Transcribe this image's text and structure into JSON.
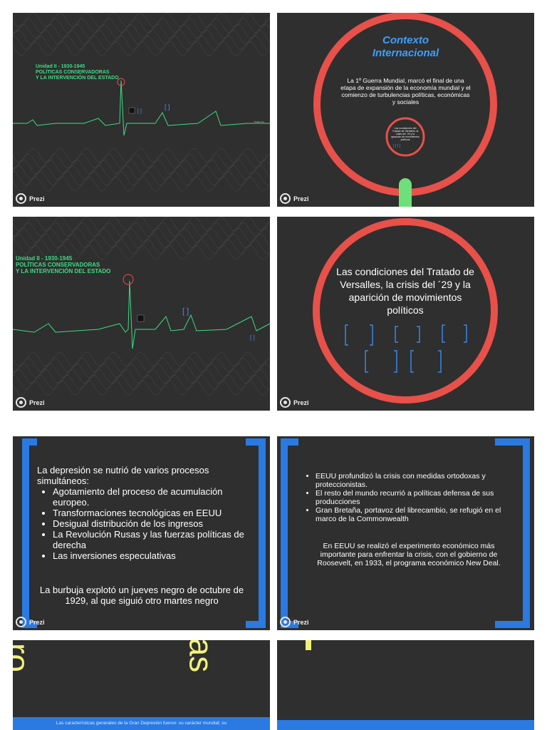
{
  "brand": {
    "label": "Prezi",
    "accent_green": "#3ddc84",
    "accent_red": "#e8504a",
    "accent_blue": "#2a7ae2",
    "slide_bg": "#2f2f2f"
  },
  "slide1": {
    "unit_line1": "Unidad II - 1930-1945",
    "unit_line2": "POLÍTICAS CONSERVADORAS",
    "unit_line3": "Y LA INTERVENCIÓN DEL ESTADO",
    "right_label": "Thank You"
  },
  "slide2": {
    "title_line1": "Contexto",
    "title_line2": "Internacional",
    "body": "La 1º Guerra Mundial, marcó el final de una etapa de expansión de la economía mundial y el comienzo de turbulencias políticas, económicas y sociales",
    "inner_text": "Las condiciones del Tratado de Versalles, la crisis del ´29 y la aparición de movimientos políticos"
  },
  "slide3": {
    "unit_line1": "Unidad II - 1930-1945",
    "unit_line2": "POLÍTICAS CONSERVADORAS",
    "unit_line3": "Y LA INTERVENCIÓN DEL ESTADO"
  },
  "slide4": {
    "title": "Las condiciones del Tratado de Versalles, la crisis del ´29 y la aparición de movimientos políticos"
  },
  "slide5": {
    "intro": "La depresión se nutrió de varios procesos simultáneos:",
    "items": [
      "Agotamiento del proceso de acumulación europeo.",
      "Transformaciones tecnológicas en EEUU",
      "Desigual distribución de los ingresos",
      "La Revolución Rusas y las fuerzas políticas de derecha",
      "Las inversiones especulativas"
    ],
    "closing": "La burbuja explotó un jueves negro de octubre de 1929, al que siguió otro martes negro"
  },
  "slide6": {
    "items": [
      "EEUU profundizó la crisis con medidas ortodoxas y proteccionistas.",
      "El resto del mundo recurrió a políticas  defensa de sus producciones",
      "Gran Bretaña, portavoz del librecambio, se refugió en el marco de la Commonwealth"
    ],
    "closing": "En EEUU se realizó el experimento económico más importante para enfrentar la crisis, con el gobierno de Roosevelt, en 1933, el programa económico New Deal."
  },
  "slide7": {
    "big_text": "as",
    "bottom": "Las características generales de la Gran Depresión fueron: su carácter mundial; su"
  }
}
